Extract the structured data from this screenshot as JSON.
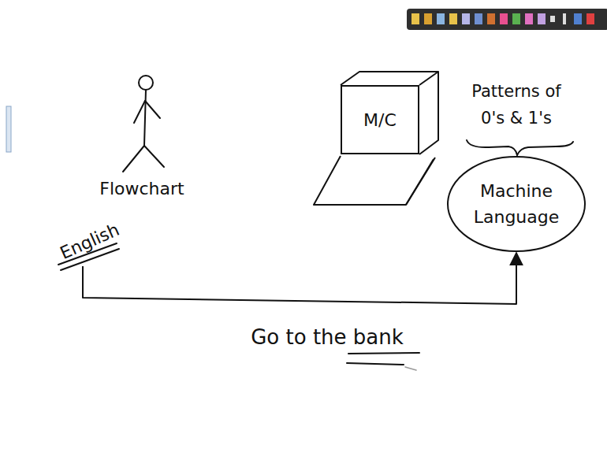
{
  "diagram": {
    "nodes": [
      {
        "text": [
          "M/C"
        ]
      },
      {
        "text": [
          "Machine Language"
        ]
      },
      {
        "text": [
          "English"
        ]
      }
    ],
    "edges": [
      {
        "from": 2,
        "to": 1,
        "arrow": "to"
      }
    ],
    "labels": [
      "Flowchart",
      "Patterns of 0's & 1's",
      "Go to the bank"
    ]
  }
}
